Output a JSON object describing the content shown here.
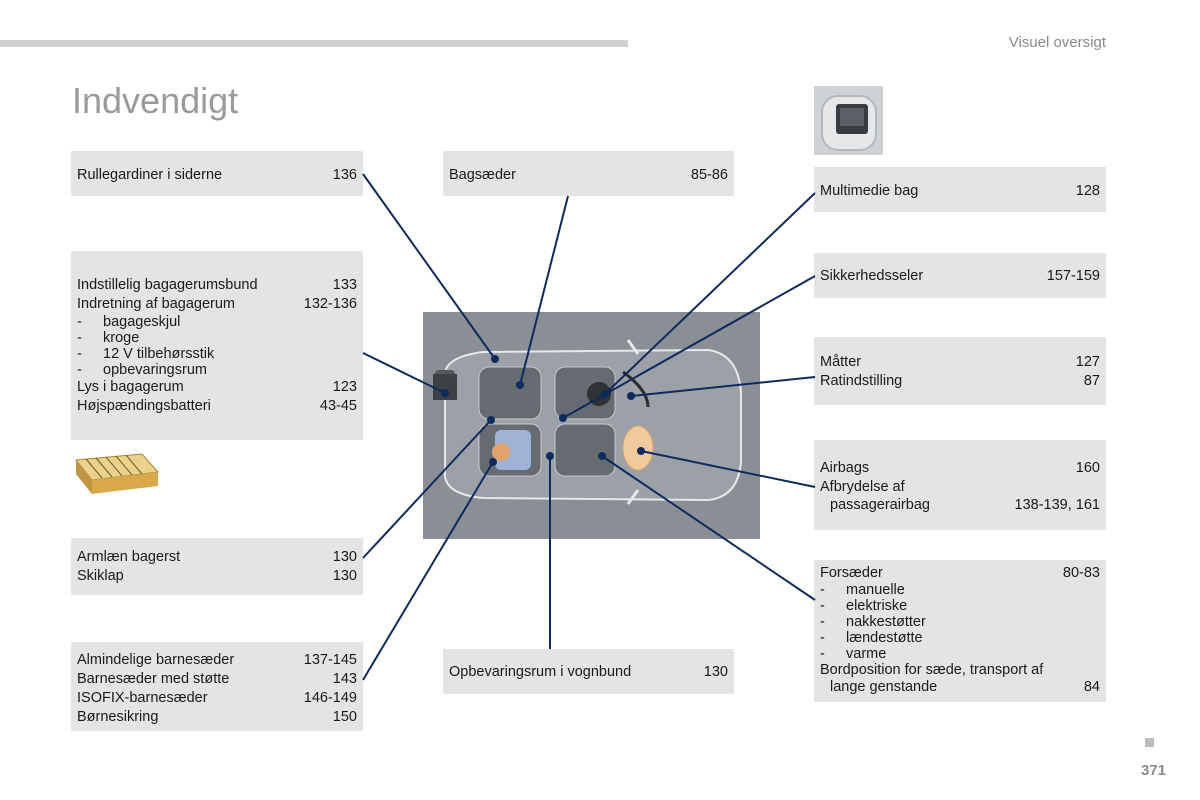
{
  "header": {
    "section": "Visuel oversigt",
    "title": "Indvendigt"
  },
  "boxes": {
    "rullegardiner": {
      "label": "Rullegardiner i siderne",
      "page": "136"
    },
    "bagsaeder": {
      "label": "Bagsæder",
      "page": "85-86"
    },
    "multimedie": {
      "label": "Multimedie bag",
      "page": "128"
    },
    "sikkerhedsseler": {
      "label": "Sikkerhedsseler",
      "page": "157-159"
    },
    "bagagerum": {
      "row1": {
        "label": "Indstillelig bagagerumsbund",
        "page": "133"
      },
      "row2": {
        "label": "Indretning af bagagerum",
        "page": "132-136"
      },
      "subs": [
        "bagageskjul",
        "kroge",
        "12 V tilbehørsstik",
        "opbevaringsrum"
      ],
      "row3": {
        "label": "Lys i bagagerum",
        "page": "123"
      },
      "row4": {
        "label": "Højspændingsbatteri",
        "page": "43-45"
      }
    },
    "matter": {
      "row1": {
        "label": "Måtter",
        "page": "127"
      },
      "row2": {
        "label": "Ratindstilling",
        "page": "87"
      }
    },
    "airbags": {
      "row1": {
        "label": "Airbags",
        "page": "160"
      },
      "row2": {
        "label": "Afbrydelse af"
      },
      "row3": {
        "label": "passagerairbag",
        "page": "138-139, 161"
      }
    },
    "armlaen": {
      "row1": {
        "label": "Armlæn bagerst",
        "page": "130"
      },
      "row2": {
        "label": "Skiklap",
        "page": "130"
      }
    },
    "forsaeder": {
      "row1": {
        "label": "Forsæder",
        "page": "80-83"
      },
      "subs": [
        "manuelle",
        "elektriske",
        "nakkestøtter",
        "lændestøtte",
        "varme"
      ],
      "row2": {
        "label": "Bordposition for sæde, transport af"
      },
      "row3": {
        "label": "lange genstande",
        "page": "84"
      }
    },
    "barnesaeder": {
      "row1": {
        "label": "Almindelige barnesæder",
        "page": "137-145"
      },
      "row2": {
        "label": "Barnesæder med støtte",
        "page": "143"
      },
      "row3": {
        "label": "ISOFIX-barnesæder",
        "page": "146-149"
      },
      "row4": {
        "label": "Børnesikring",
        "page": "150"
      }
    },
    "opbevaringsrum": {
      "label": "Opbevaringsrum i vognbund",
      "page": "130"
    }
  },
  "colors": {
    "leader": "#0f2a5c",
    "box": "#e4e4e4",
    "diagram": "#8a8f96"
  },
  "footer": {
    "page_number": "371"
  }
}
